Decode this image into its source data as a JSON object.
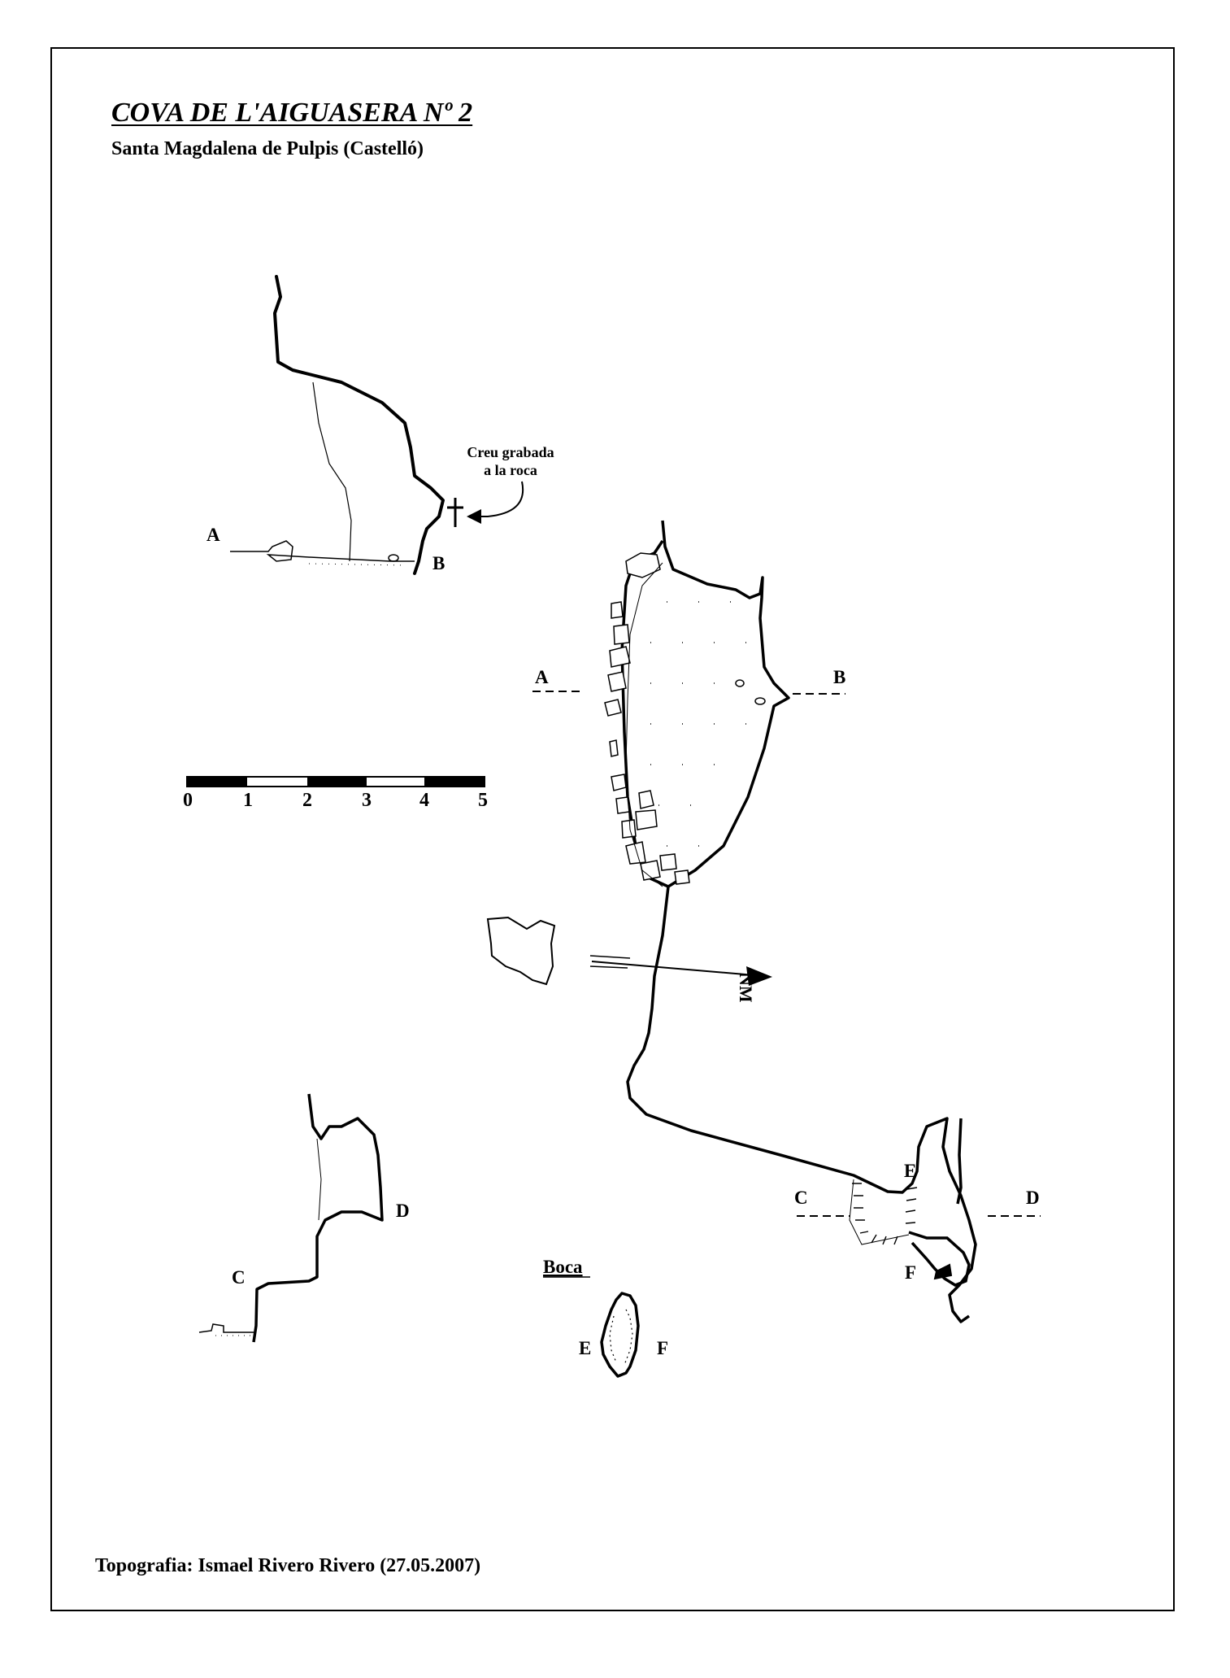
{
  "title": "COVA DE L'AIGUASERA Nº 2",
  "subtitle": "Santa Magdalena de Pulpis (Castelló)",
  "credit": "Topografia: Ismael Rivero Rivero (27.05.2007)",
  "annotation": {
    "line1": "Creu grabada",
    "line2": "a la roca"
  },
  "section_labels": {
    "a": "A",
    "b": "B",
    "c": "C",
    "d": "D",
    "e": "E",
    "f": "F"
  },
  "north_label": "NM",
  "boca_label": "Boca",
  "scale": {
    "ticks": [
      "0",
      "1",
      "2",
      "3",
      "4",
      "5"
    ]
  }
}
